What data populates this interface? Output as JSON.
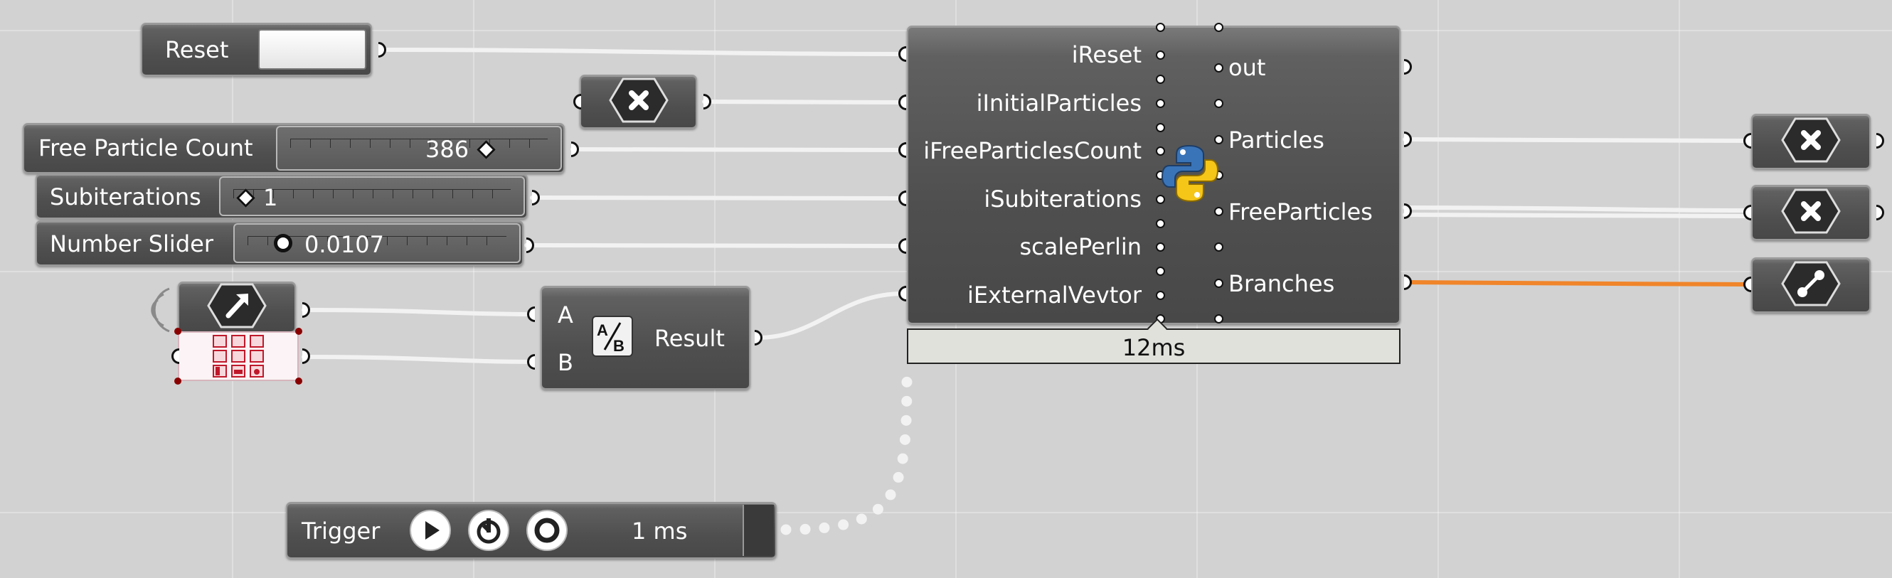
{
  "reset": {
    "label": "Reset"
  },
  "free_particle_count": {
    "label": "Free Particle Count",
    "value": "386"
  },
  "subiterations": {
    "label": "Subiterations",
    "value": "1"
  },
  "number_slider": {
    "label": "Number Slider",
    "value": "0.0107"
  },
  "division": {
    "input_a": "A",
    "input_b": "B",
    "output": "Result"
  },
  "python": {
    "inputs": [
      "iReset",
      "iInitialParticles",
      "iFreeParticlesCount",
      "iSubiterations",
      "scalePerlin",
      "iExternalVevtor"
    ],
    "outputs": [
      "out",
      "",
      "Particles",
      "",
      "FreeParticles",
      "",
      "Branches"
    ],
    "runtime": "12ms"
  },
  "trigger": {
    "label": "Trigger",
    "interval": "1 ms"
  },
  "icons": {
    "panel": "delete-x-icon",
    "vector": "vector-arrow-icon",
    "division": "division-icon",
    "python": "python-logo-icon",
    "output_particles": "delete-x-icon",
    "output_free_particles": "delete-x-icon",
    "output_branches": "curve-segment-icon"
  },
  "colors": {
    "canvas": "#d2d2d2",
    "component": "#4f4f4f",
    "wire": "#f2f2f2",
    "selected_wire": "#f0852a",
    "python_blue": "#3a74b8",
    "python_yellow": "#f5c518"
  }
}
